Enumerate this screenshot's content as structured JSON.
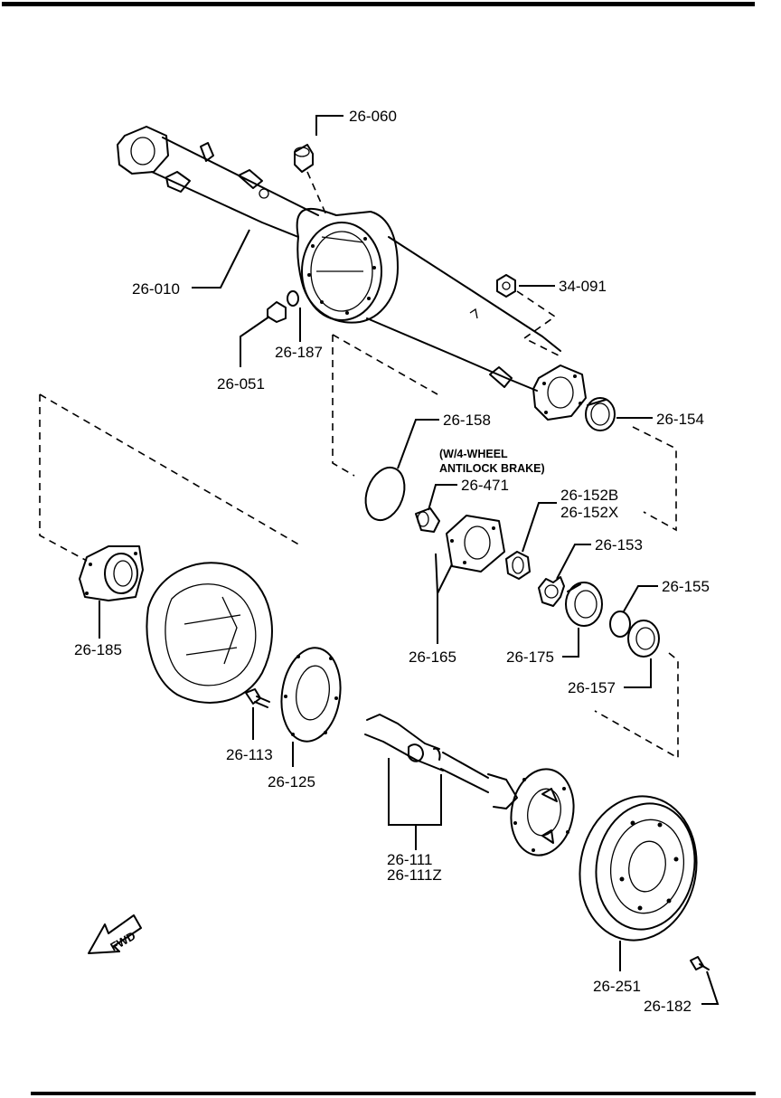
{
  "parts": {
    "p26_060": "26-060",
    "p26_010": "26-010",
    "p34_091": "34-091",
    "p26_051": "26-051",
    "p26_187": "26-187",
    "p26_158": "26-158",
    "p26_154": "26-154",
    "note_line1": "(W/4-WHEEL",
    "note_line2": "ANTILOCK BRAKE)",
    "p26_471": "26-471",
    "p26_152b": "26-152B",
    "p26_152x": "26-152X",
    "p26_153": "26-153",
    "p26_155": "26-155",
    "p26_185": "26-185",
    "p26_165": "26-165",
    "p26_175": "26-175",
    "p26_157": "26-157",
    "p26_113": "26-113",
    "p26_125": "26-125",
    "p26_111": "26-111",
    "p26_111z": "26-111Z",
    "p26_251": "26-251",
    "p26_182": "26-182"
  },
  "fwd_label": "FWD"
}
